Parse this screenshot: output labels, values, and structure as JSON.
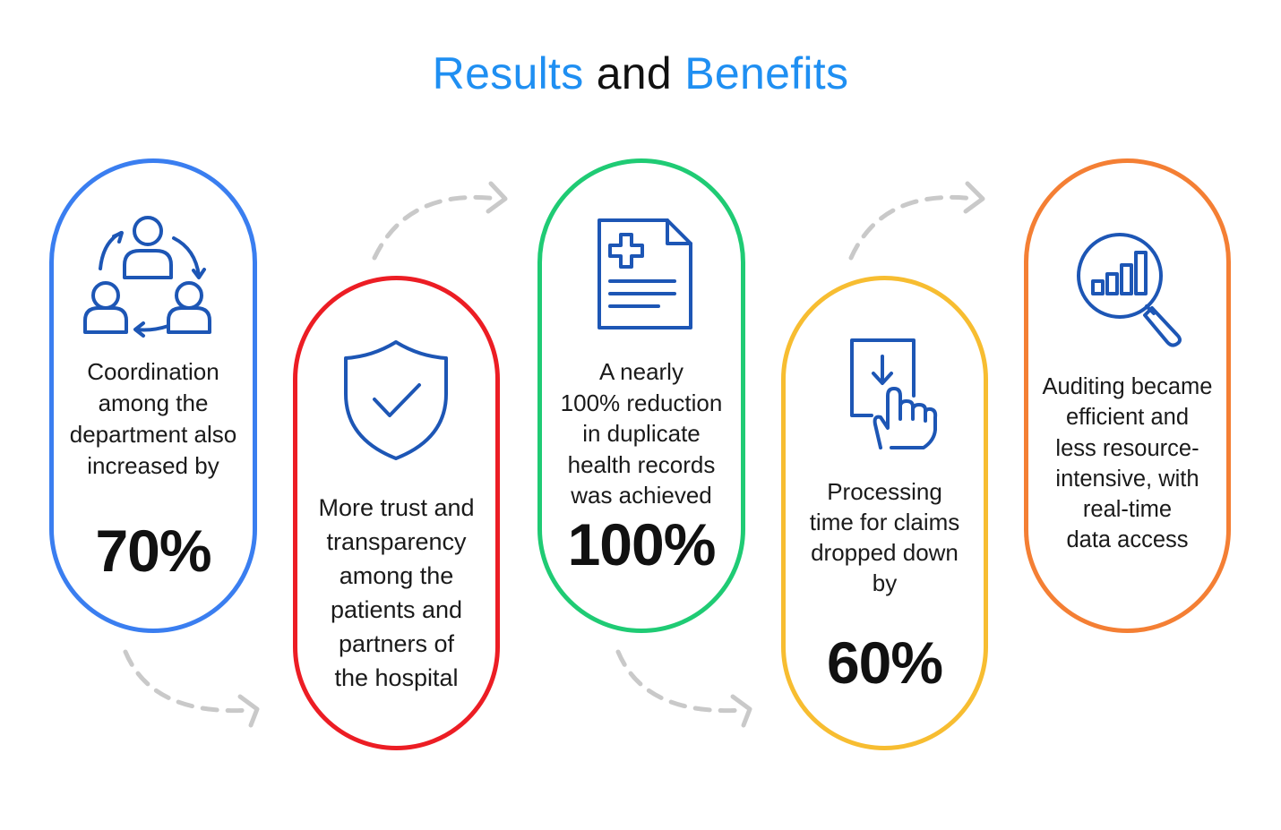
{
  "title": {
    "part1": "Results",
    "part2": "and",
    "part3": "Benefits",
    "accent_color": "#1f8ff2"
  },
  "cards": [
    {
      "icon": "team-coordination-icon",
      "color": "#3a7ef0",
      "text": "Coordination\namong the\ndepartment also\nincreased by",
      "value": "70%"
    },
    {
      "icon": "shield-check-icon",
      "color": "#ec1d24",
      "text": "More trust and\ntransparency\namong the\npatients and\npartners of\nthe hospital",
      "value": ""
    },
    {
      "icon": "medical-record-icon",
      "color": "#1fcb74",
      "text": "A nearly\n100% reduction\nin duplicate\nhealth records\nwas achieved",
      "value": "100%"
    },
    {
      "icon": "tap-download-icon",
      "color": "#f7bd31",
      "text": "Processing\ntime for claims\ndropped down\nby",
      "value": "60%"
    },
    {
      "icon": "magnifier-chart-icon",
      "color": "#f47f34",
      "text": "Auditing became\nefficient and\nless resource-\nintensive, with\nreal-time\ndata access",
      "value": ""
    }
  ],
  "icon_color": "#1d56b5",
  "arrow_color": "#c9c9c9"
}
